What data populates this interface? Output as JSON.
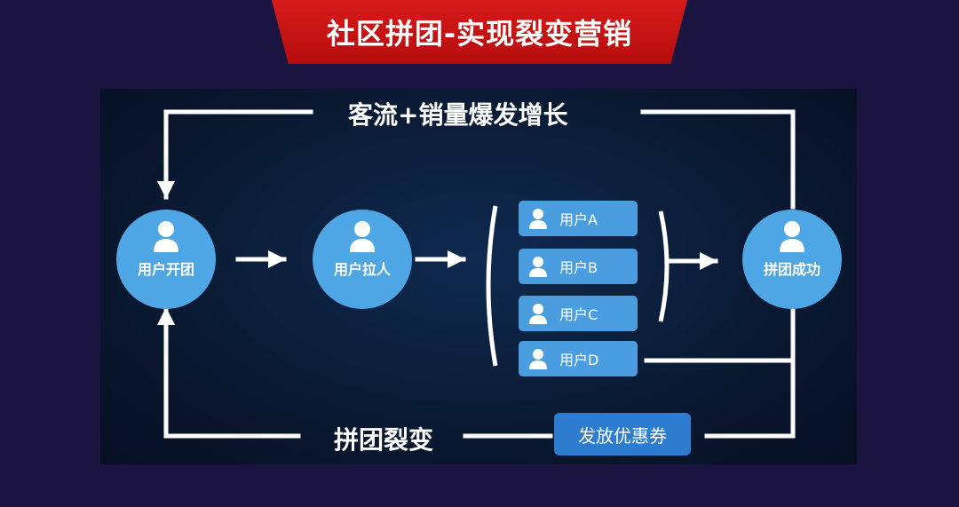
{
  "title": "社区拼团-实现裂变营销",
  "top_label": "客流+销量爆发增长",
  "bottom_label": "拼团裂变",
  "coupon_label": "发放优惠券",
  "nodes": {
    "start": {
      "label": "用户开团",
      "icon": "user-icon"
    },
    "invite": {
      "label": "用户拉人",
      "icon": "user-icon"
    },
    "success": {
      "label": "拼团成功",
      "icon": "user-icon"
    }
  },
  "users": [
    {
      "label": "用户A",
      "icon": "user-icon"
    },
    {
      "label": "用户B",
      "icon": "user-icon"
    },
    {
      "label": "用户C",
      "icon": "user-icon"
    },
    {
      "label": "用户D",
      "icon": "user-icon"
    }
  ],
  "colors": {
    "background": "#1b1440",
    "banner": "#c81212",
    "node": "#4ea6e4",
    "user_box": "#4a9ee0",
    "coupon": "#2d7cd0",
    "line": "#ffffff"
  }
}
